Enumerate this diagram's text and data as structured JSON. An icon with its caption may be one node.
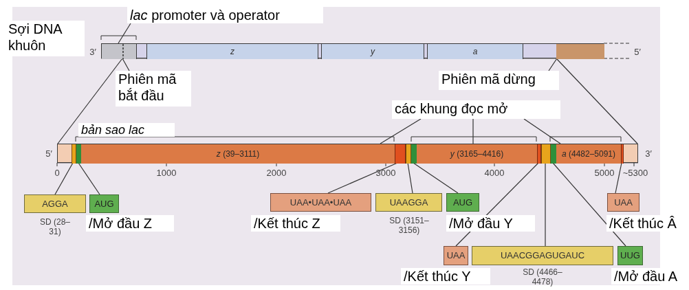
{
  "diagram": {
    "nodes": [
      {
        "text": [],
        "shape": "bar",
        "beside": [
          "3′",
          "5′"
        ]
      },
      {
        "text": [],
        "shape": "box",
        "in": 0
      },
      {
        "text": [
          "z"
        ],
        "in": 0
      },
      {
        "text": [
          "y"
        ],
        "in": 0
      },
      {
        "text": [
          "a"
        ],
        "in": 0
      },
      {
        "text": [],
        "shape": "box",
        "in": 0
      },
      {
        "text": [],
        "shape": "bar",
        "beside": [
          "5′",
          "3′"
        ]
      },
      {
        "text": [],
        "shape": "box",
        "in": 6
      },
      {
        "text": [],
        "shape": "box",
        "in": 6
      },
      {
        "text": [
          "*z* (39–3111)"
        ],
        "in": 6
      },
      {
        "text": [],
        "shape": "box",
        "in": 6
      },
      {
        "text": [],
        "shape": "box",
        "in": 6
      },
      {
        "text": [],
        "shape": "box",
        "in": 6
      },
      {
        "text": [
          "*y* (3165–4416)"
        ],
        "in": 6
      },
      {
        "text": [],
        "shape": "box",
        "in": 6
      },
      {
        "text": [],
        "shape": "box",
        "in": 6
      },
      {
        "text": [],
        "shape": "box",
        "in": 6
      },
      {
        "text": [
          "*a* (4482–5091)"
        ],
        "in": 6
      },
      {
        "text": [],
        "shape": "box",
        "in": 6
      },
      {
        "text": [
          "AGGA"
        ],
        "beside": [
          "SD (28–31)"
        ]
      },
      {
        "text": [
          "AUG"
        ]
      },
      {
        "text": [
          "UAA•UAA•UAA"
        ]
      },
      {
        "text": [
          "UAAGGA"
        ],
        "beside": [
          "SD (3151–3156)"
        ]
      },
      {
        "text": [
          "AUG"
        ]
      },
      {
        "text": [
          "UAA"
        ]
      },
      {
        "text": [
          "UAA"
        ]
      },
      {
        "text": [
          "UAACGGAGUGAUC"
        ],
        "beside": [
          "SD (4466–4478)"
        ]
      },
      {
        "text": [
          "UUG"
        ]
      },
      {
        "text": [
          "*lac* promoter và operator"
        ]
      },
      {
        "text": [
          "Phiên mã bắt đầu"
        ]
      },
      {
        "text": [
          "Phiên mã dừng"
        ]
      },
      {
        "text": [
          "các khung đọc mở"
        ]
      },
      {
        "text": [
          "Sợi DNA khuôn"
        ]
      }
    ],
    "edges": [
      {
        "from": 28,
        "to": 1,
        "arrow": "none"
      },
      {
        "from": 29,
        "to": 1,
        "arrow": "none"
      },
      {
        "from": 30,
        "to": 5,
        "arrow": "none"
      },
      {
        "from": 31,
        "to": 9,
        "arrow": "none"
      },
      {
        "from": 31,
        "to": 13,
        "arrow": "none"
      },
      {
        "from": 31,
        "to": 17,
        "arrow": "none"
      },
      {
        "from": 1,
        "to": 6,
        "arrow": "none"
      },
      {
        "from": 5,
        "to": 6,
        "arrow": "none"
      },
      {
        "from": 19,
        "to": 7,
        "arrow": "none"
      },
      {
        "from": 20,
        "to": 8,
        "arrow": "none"
      },
      {
        "from": 21,
        "to": 10,
        "arrow": "none"
      },
      {
        "from": 22,
        "to": 11,
        "arrow": "none"
      },
      {
        "from": 23,
        "to": 12,
        "arrow": "none"
      },
      {
        "from": 24,
        "to": 18,
        "arrow": "none"
      },
      {
        "from": 25,
        "to": 14,
        "arrow": "none"
      },
      {
        "from": 26,
        "to": 15,
        "arrow": "none"
      },
      {
        "from": 27,
        "to": 16,
        "arrow": "none"
      }
    ],
    "labels": [
      "bản sao lac",
      "0",
      "1000",
      "2000",
      "3000",
      "4000",
      "5000",
      "~5300",
      "/Mở đầu Z",
      "/Kết thúc Z",
      "/Mở đầu Y",
      "/Kết thúc Â",
      "/Kết thúc Y",
      "/Mở đầu A"
    ]
  }
}
